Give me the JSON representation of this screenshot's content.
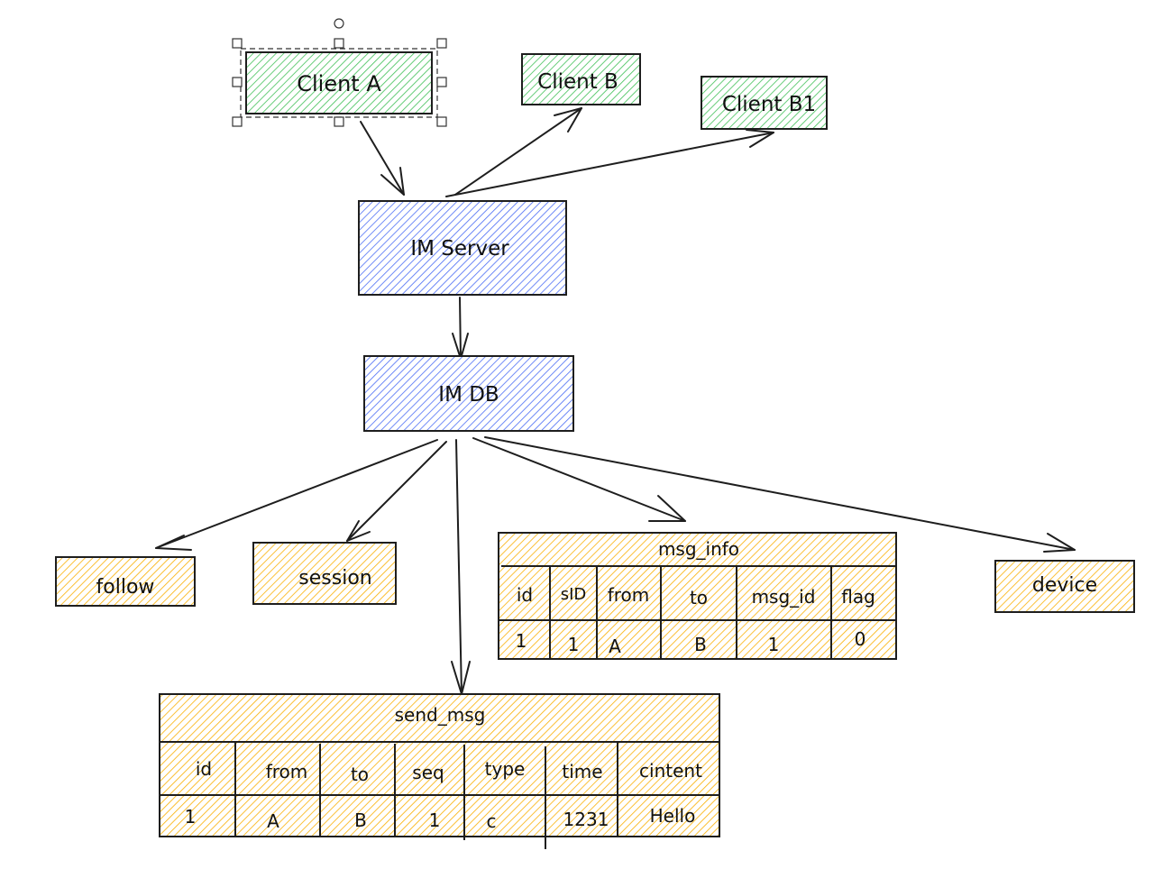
{
  "colors": {
    "client_fill": "#40c057",
    "server_fill": "#4c6ef5",
    "table_fill": "#fab005",
    "stroke": "#1e1e1e",
    "selection": "#333333"
  },
  "nodes": {
    "client_a": {
      "label": "Client A",
      "kind": "client",
      "selected": true
    },
    "client_b": {
      "label": "Client B",
      "kind": "client"
    },
    "client_b1": {
      "label": "Client B1",
      "kind": "client"
    },
    "im_server": {
      "label": "IM Server",
      "kind": "server"
    },
    "im_db": {
      "label": "IM DB",
      "kind": "server"
    },
    "follow": {
      "label": "follow",
      "kind": "table"
    },
    "session": {
      "label": "session",
      "kind": "table"
    },
    "device": {
      "label": "device",
      "kind": "table"
    }
  },
  "tables": {
    "msg_info": {
      "title": "msg_info",
      "columns": [
        "id",
        "sID",
        "from",
        "to",
        "msg_id",
        "flag"
      ],
      "rows": [
        [
          "1",
          "1",
          "A",
          "B",
          "1",
          "0"
        ]
      ]
    },
    "send_msg": {
      "title": "send_msg",
      "columns": [
        "id",
        "from",
        "to",
        "seq",
        "type",
        "time",
        "cintent"
      ],
      "rows": [
        [
          "1",
          "A",
          "B",
          "1",
          "c",
          "1231",
          "Hello"
        ]
      ]
    }
  },
  "edges": [
    {
      "from": "client_a",
      "to": "im_server"
    },
    {
      "from": "im_server",
      "to": "client_b"
    },
    {
      "from": "im_server",
      "to": "client_b1"
    },
    {
      "from": "im_server",
      "to": "im_db"
    },
    {
      "from": "im_db",
      "to": "follow"
    },
    {
      "from": "im_db",
      "to": "session"
    },
    {
      "from": "im_db",
      "to": "send_msg"
    },
    {
      "from": "im_db",
      "to": "msg_info"
    },
    {
      "from": "im_db",
      "to": "device"
    }
  ]
}
